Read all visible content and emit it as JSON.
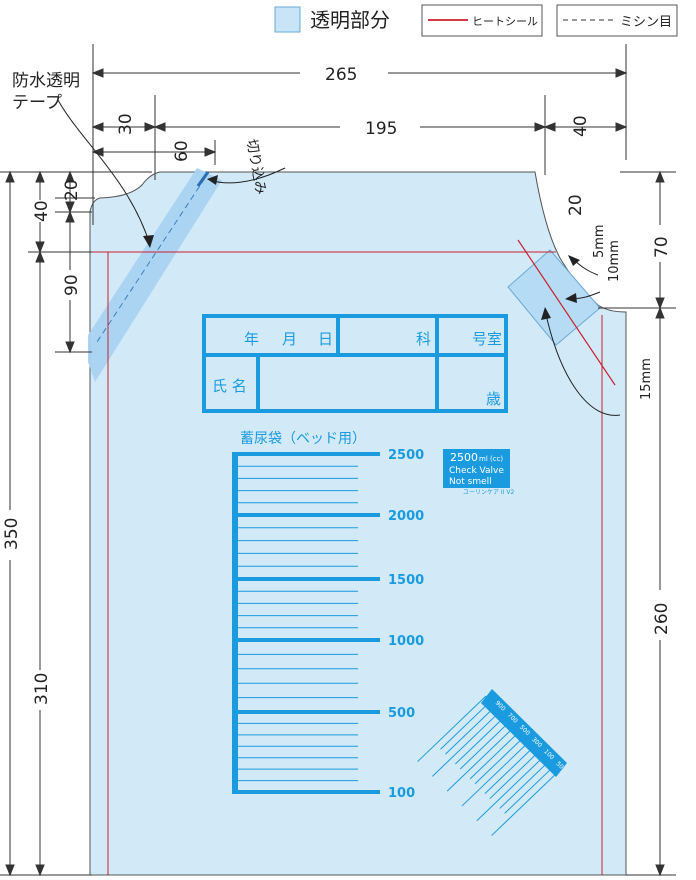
{
  "legend": {
    "transparent_label": "透明部分",
    "heat_seal_label": "ヒートシール",
    "perforation_label": "ミシン目"
  },
  "colors": {
    "bag_fill": "#d2e9f8",
    "transparent_fill": "#a9d3f2",
    "print_blue": "#1a9be0",
    "heat_seal_red": "#cc1f2c",
    "line_dark": "#333333"
  },
  "annotations": {
    "tape_label_line1": "防水透明",
    "tape_label_line2": "テープ",
    "notch_label": "切り込み"
  },
  "dimensions": {
    "total_width": "265",
    "left_margin": "30",
    "mid_width": "195",
    "right_margin": "40",
    "tape_offset": "60",
    "left_top_20": "20",
    "left_40": "40",
    "left_90": "90",
    "left_total_350": "350",
    "left_310": "310",
    "right_20": "20",
    "right_70": "70",
    "right_260": "260",
    "valve_5mm": "5mm",
    "valve_10mm": "10mm",
    "valve_15mm": "15mm"
  },
  "info_table": {
    "year": "年",
    "month": "月",
    "day": "日",
    "department": "科",
    "room": "号室",
    "name": "氏 名",
    "age": "歳"
  },
  "scale": {
    "title": "蓄尿袋（ベッド用）",
    "labels": [
      "2500",
      "2000",
      "1500",
      "1000",
      "500",
      "100"
    ]
  },
  "valve_box": {
    "capacity": "2500",
    "capacity_unit": "ml (cc)",
    "line2": "Check Valve",
    "line3": "Not smell",
    "product_name": "ユーリンケア II V2"
  },
  "angled_scale": {
    "labels": [
      "900",
      "700",
      "500",
      "300",
      "100",
      "50"
    ]
  }
}
